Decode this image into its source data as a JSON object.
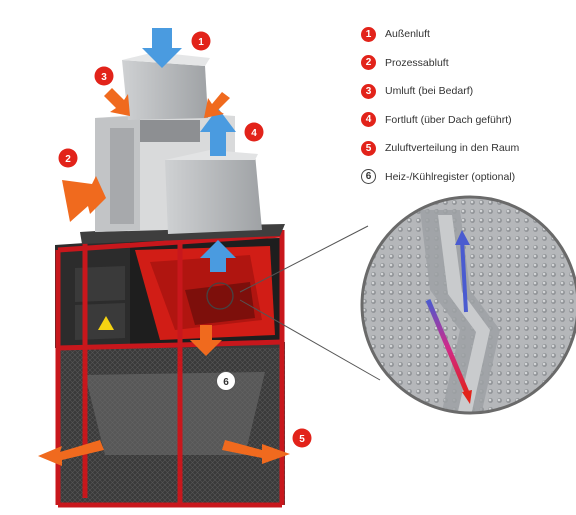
{
  "legend": [
    {
      "num": "1",
      "text": "Außenluft",
      "style": "filled"
    },
    {
      "num": "2",
      "text": "Prozessabluft",
      "style": "filled"
    },
    {
      "num": "3",
      "text": "Umluft (bei Bedarf)",
      "style": "filled"
    },
    {
      "num": "4",
      "text": "Fortluft (über Dach geführt)",
      "style": "filled"
    },
    {
      "num": "5",
      "text": "Zuluftverteilung in den Raum",
      "style": "filled"
    },
    {
      "num": "6",
      "text": "Heiz-/Kühlregister (optional)",
      "style": "outline"
    }
  ],
  "markers": {
    "m1": "1",
    "m2": "2",
    "m3": "3",
    "m4": "4",
    "m5": "5",
    "m6": "6"
  },
  "colors": {
    "accent": "#e2231a",
    "frame_red": "#c8171c",
    "arrow_blue": "#4a9be0",
    "arrow_orange": "#f06a1e",
    "housing_grey": "#b9bbbd",
    "panel_dark": "#2e2e2e"
  }
}
